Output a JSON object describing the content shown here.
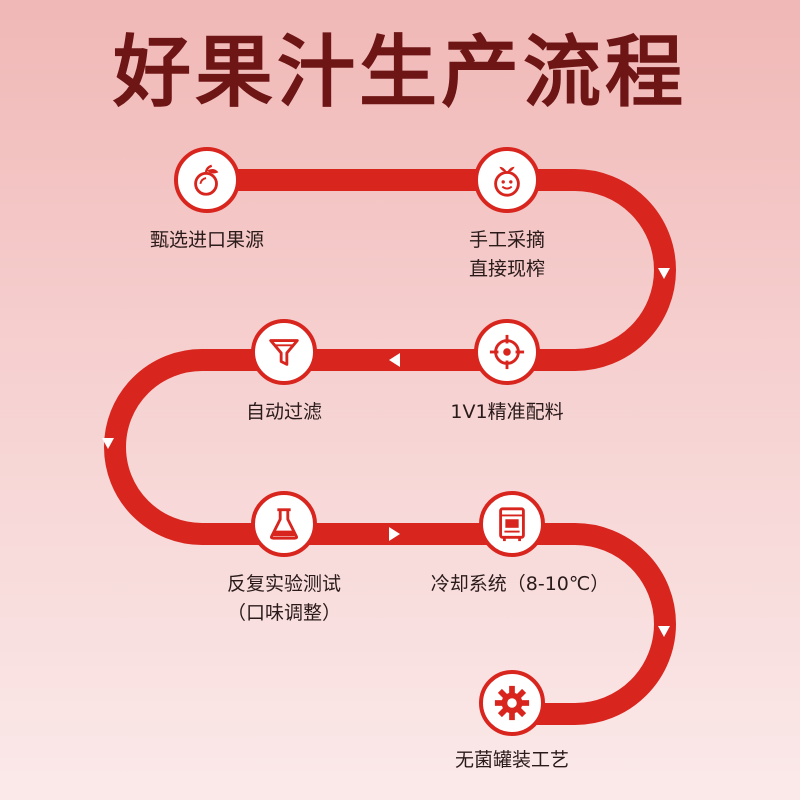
{
  "title": "好果汁生产流程",
  "colors": {
    "accent": "#d8251e",
    "title": "#6e1515",
    "node_fill": "#ffffff",
    "arrow": "#ffffff",
    "label": "#2a1a1a"
  },
  "steps": [
    {
      "icon": "orange-icon",
      "label": "甄选进口果源"
    },
    {
      "icon": "hand-picked-fruit-icon",
      "label": "手工采摘",
      "label2": "直接现榨"
    },
    {
      "icon": "target-crosshair-icon",
      "label": "1V1精准配料"
    },
    {
      "icon": "filter-funnel-icon",
      "label": "自动过滤"
    },
    {
      "icon": "lab-flask-icon",
      "label": "反复实验测试",
      "label2": "（口味调整）"
    },
    {
      "icon": "cooling-machine-icon",
      "label": "冷却系统（8-10℃）"
    },
    {
      "icon": "gear-icon",
      "label": "无菌罐装工艺"
    }
  ]
}
